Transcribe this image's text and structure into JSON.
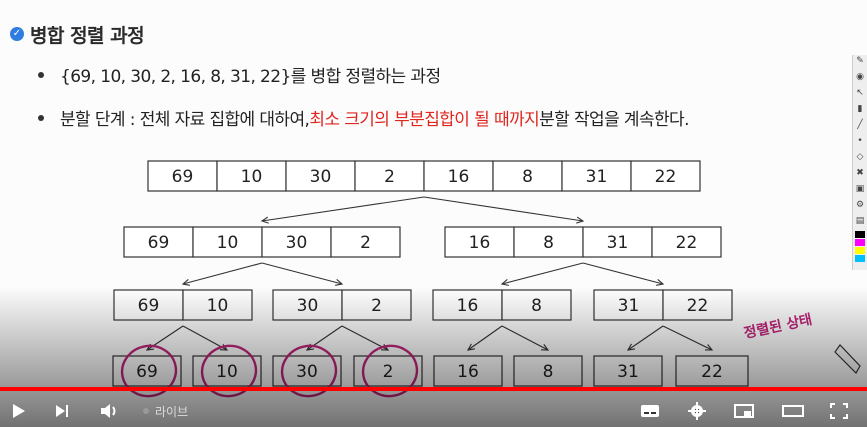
{
  "slide": {
    "heading": "병합 정렬 과정",
    "bullet1": "{69, 10, 30, 2, 16, 8, 31, 22}를 병합 정렬하는 과정",
    "bullet2_pre": "분할 단계 : 전체 자료 집합에 대하여, ",
    "bullet2_highlight": "최소 크기의 부분집합이 될 때까지",
    "bullet2_post": " 분할 작업을 계속한다.",
    "highlight_color": "#e0261f"
  },
  "tree": {
    "levels": [
      [
        [
          "69",
          "10",
          "30",
          "2",
          "16",
          "8",
          "31",
          "22"
        ]
      ],
      [
        [
          "69",
          "10",
          "30",
          "2"
        ],
        [
          "16",
          "8",
          "31",
          "22"
        ]
      ],
      [
        [
          "69",
          "10"
        ],
        [
          "30",
          "2"
        ],
        [
          "16",
          "8"
        ],
        [
          "31",
          "22"
        ]
      ],
      [
        [
          "69"
        ],
        [
          "10"
        ],
        [
          "30"
        ],
        [
          "2"
        ],
        [
          "16"
        ],
        [
          "8"
        ],
        [
          "31"
        ],
        [
          "22"
        ]
      ]
    ],
    "annotation": "정렬된 상태",
    "annotation_color": "#c0257a"
  },
  "player": {
    "live_label": "라이브",
    "progress": 1.0,
    "progress_color": "#ff0000",
    "icons": [
      "play-icon",
      "next-icon",
      "volume-icon",
      "subtitles-icon",
      "settings-icon",
      "miniplayer-icon",
      "theater-icon",
      "fullscreen-icon"
    ]
  },
  "toolbar_icons": [
    "pen-icon",
    "eye-icon",
    "arrow-icon",
    "marker-icon",
    "line-icon",
    "dot-icon",
    "shape-icon",
    "trash-icon",
    "camera-icon",
    "gear-icon",
    "page-icon"
  ]
}
